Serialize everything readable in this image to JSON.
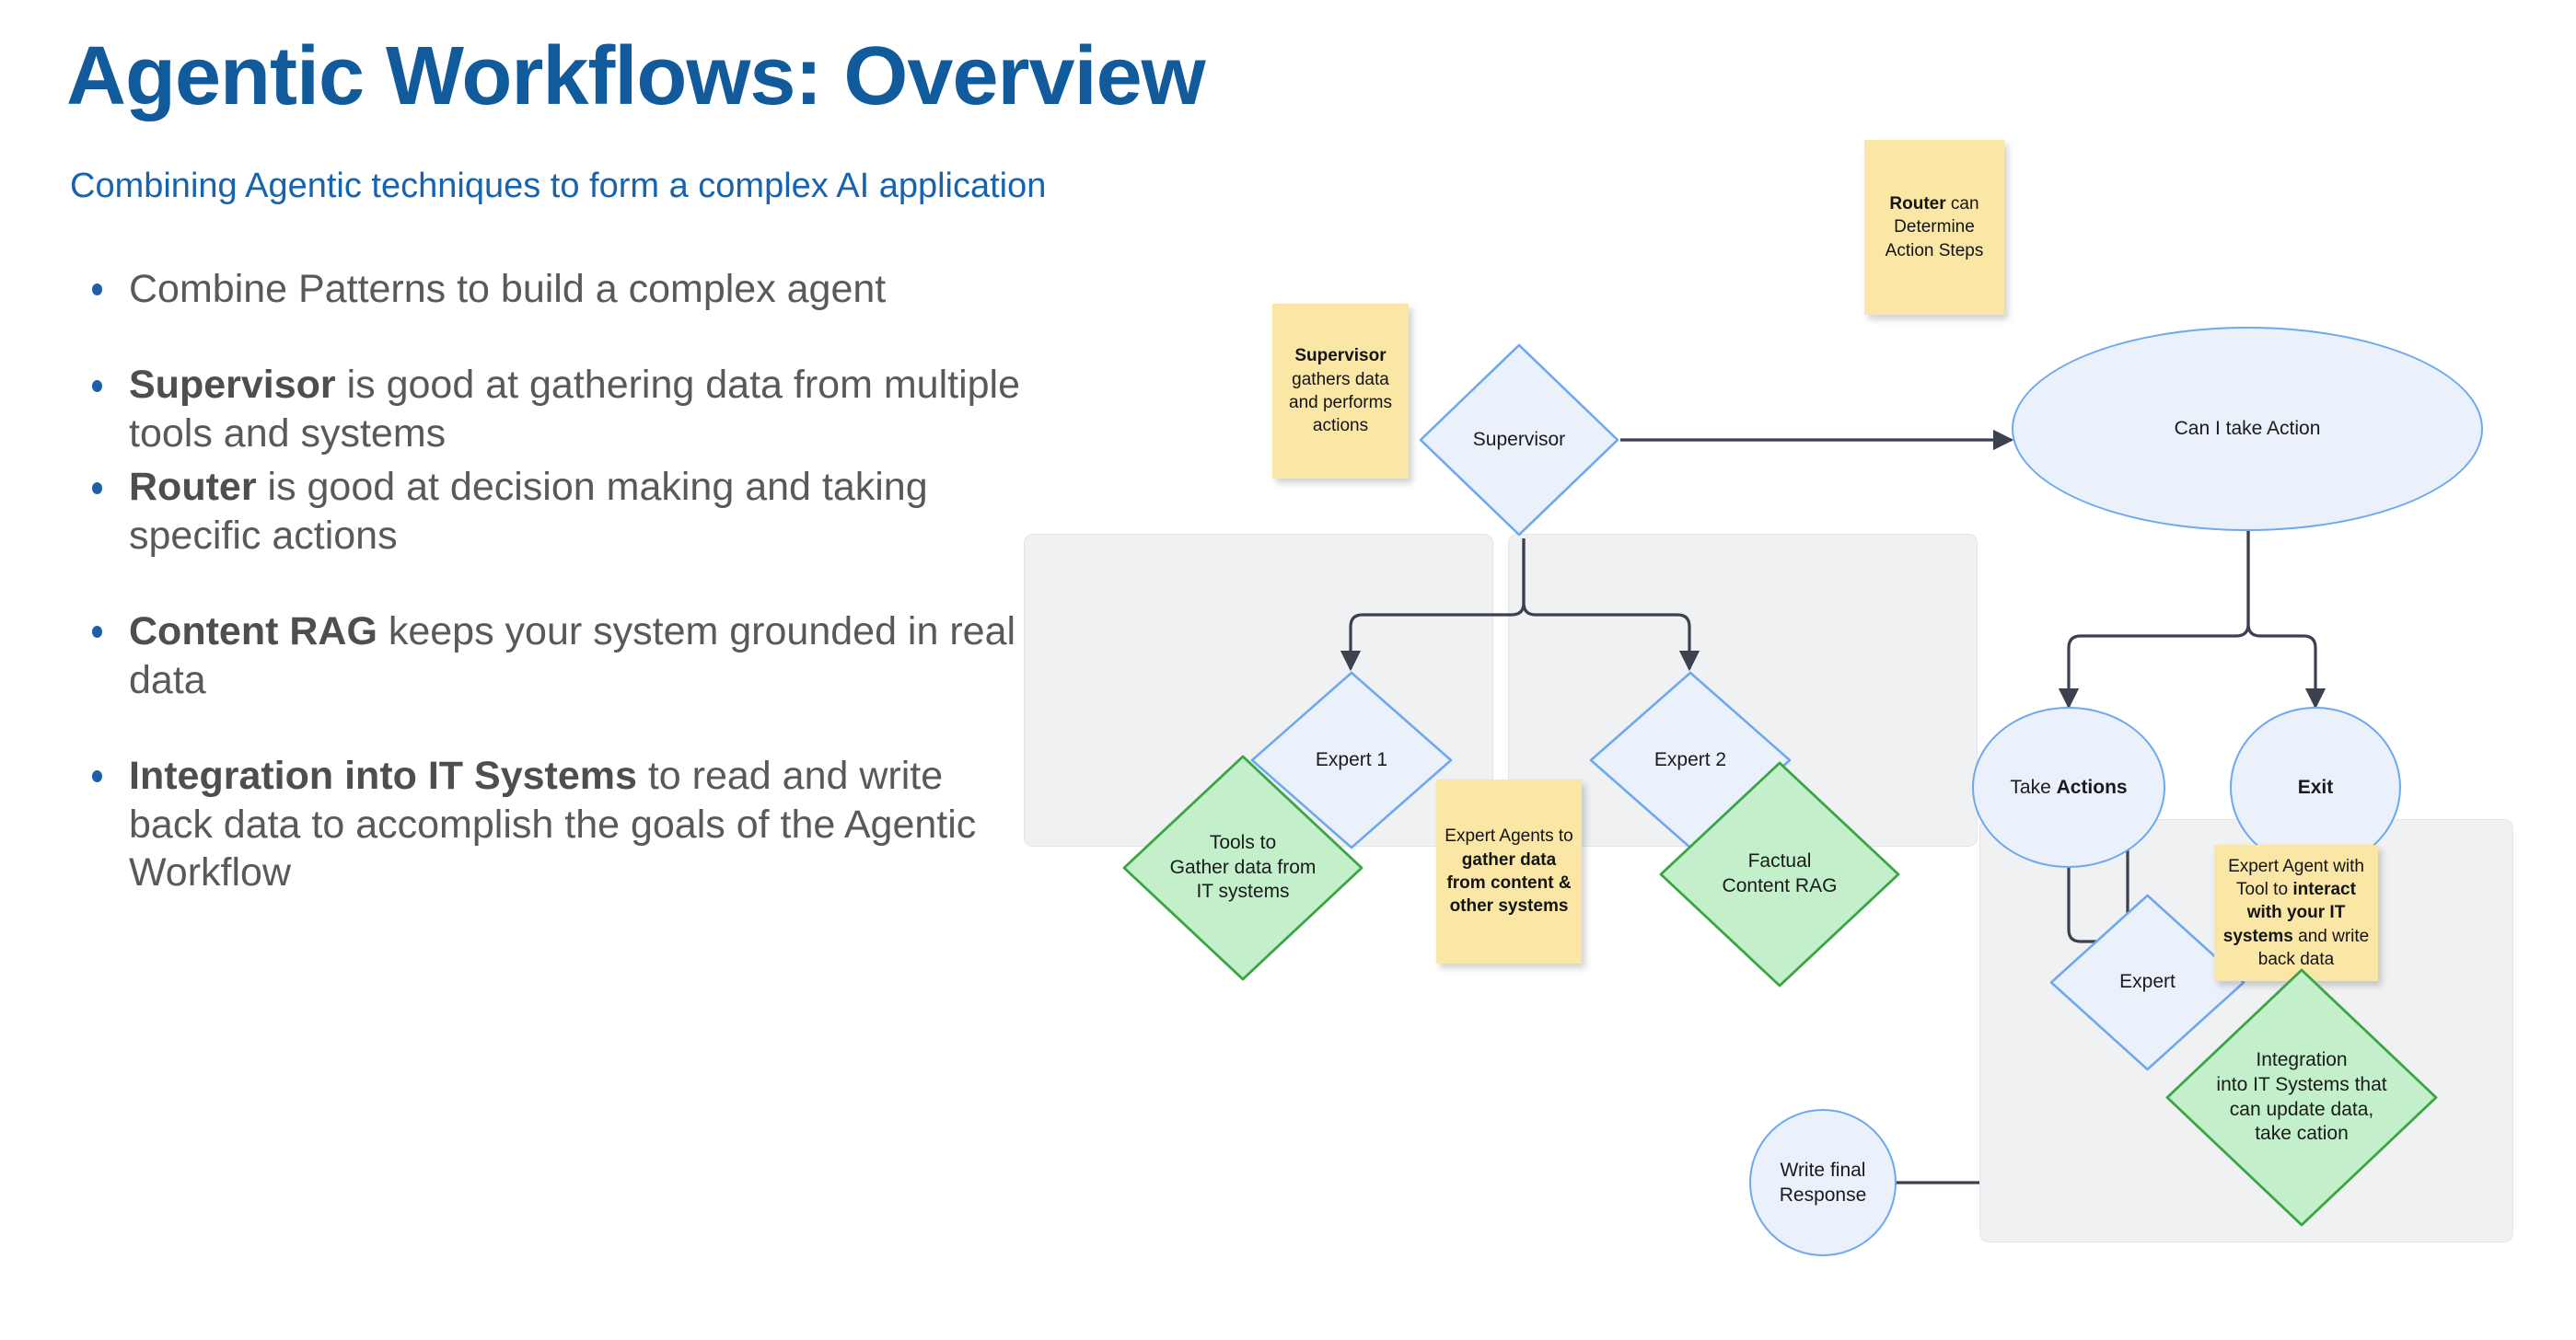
{
  "slide": {
    "title": "Agentic Workflows: Overview",
    "subtitle": "Combining Agentic techniques to form a complex AI application",
    "title_color": "#115a9c",
    "subtitle_color": "#1863ae"
  },
  "bullets": [
    {
      "bold": "",
      "text": "Combine Patterns to build a complex agent"
    },
    {
      "bold": "Supervisor",
      "text": " is good at gathering data from multiple tools and systems"
    },
    {
      "bold": "Router",
      "text": " is good at decision making and taking specific actions"
    },
    {
      "bold": "Content RAG",
      "text": " keeps your system grounded in real data"
    },
    {
      "bold": "Integration into IT Systems",
      "text": " to read and write back data to accomplish the goals of the Agentic Workflow"
    }
  ],
  "diagram": {
    "colors": {
      "blue_fill": "#eaf1fb",
      "blue_stroke": "#6ca9ee",
      "green_fill": "#c3f0cb",
      "green_stroke": "#3aa544",
      "note_fill": "#fae7a6",
      "panel_fill": "#f0f1f2",
      "edge": "#3c4150"
    },
    "nodes": {
      "supervisor": "Supervisor",
      "expert1": "Expert 1",
      "expert2": "Expert 2",
      "tools_gather": "Tools to\nGather data from\nIT systems",
      "factual_rag": "Factual\nContent RAG",
      "can_take_action": "Can I take Action",
      "take_actions_pre": "Take ",
      "take_actions_bold": "Actions",
      "exit": "Exit",
      "expert": "Expert",
      "integration": "Integration\ninto IT Systems that\ncan update data,\ntake cation",
      "write_final_response": "Write final\nResponse"
    },
    "notes": {
      "supervisor_note": {
        "bold1": "Supervisor",
        "rest": " gathers data and performs actions"
      },
      "router_note": {
        "bold1": "Router",
        "rest": " can Determine Action Steps"
      },
      "expert_agents_note": {
        "pre": "Expert Agents to ",
        "bold1": "gather data from content & other systems"
      },
      "expert_tool_note": {
        "pre": "Expert Agent with Tool to ",
        "bold1": "interact with your IT systems",
        "post": " and write back data"
      }
    }
  }
}
